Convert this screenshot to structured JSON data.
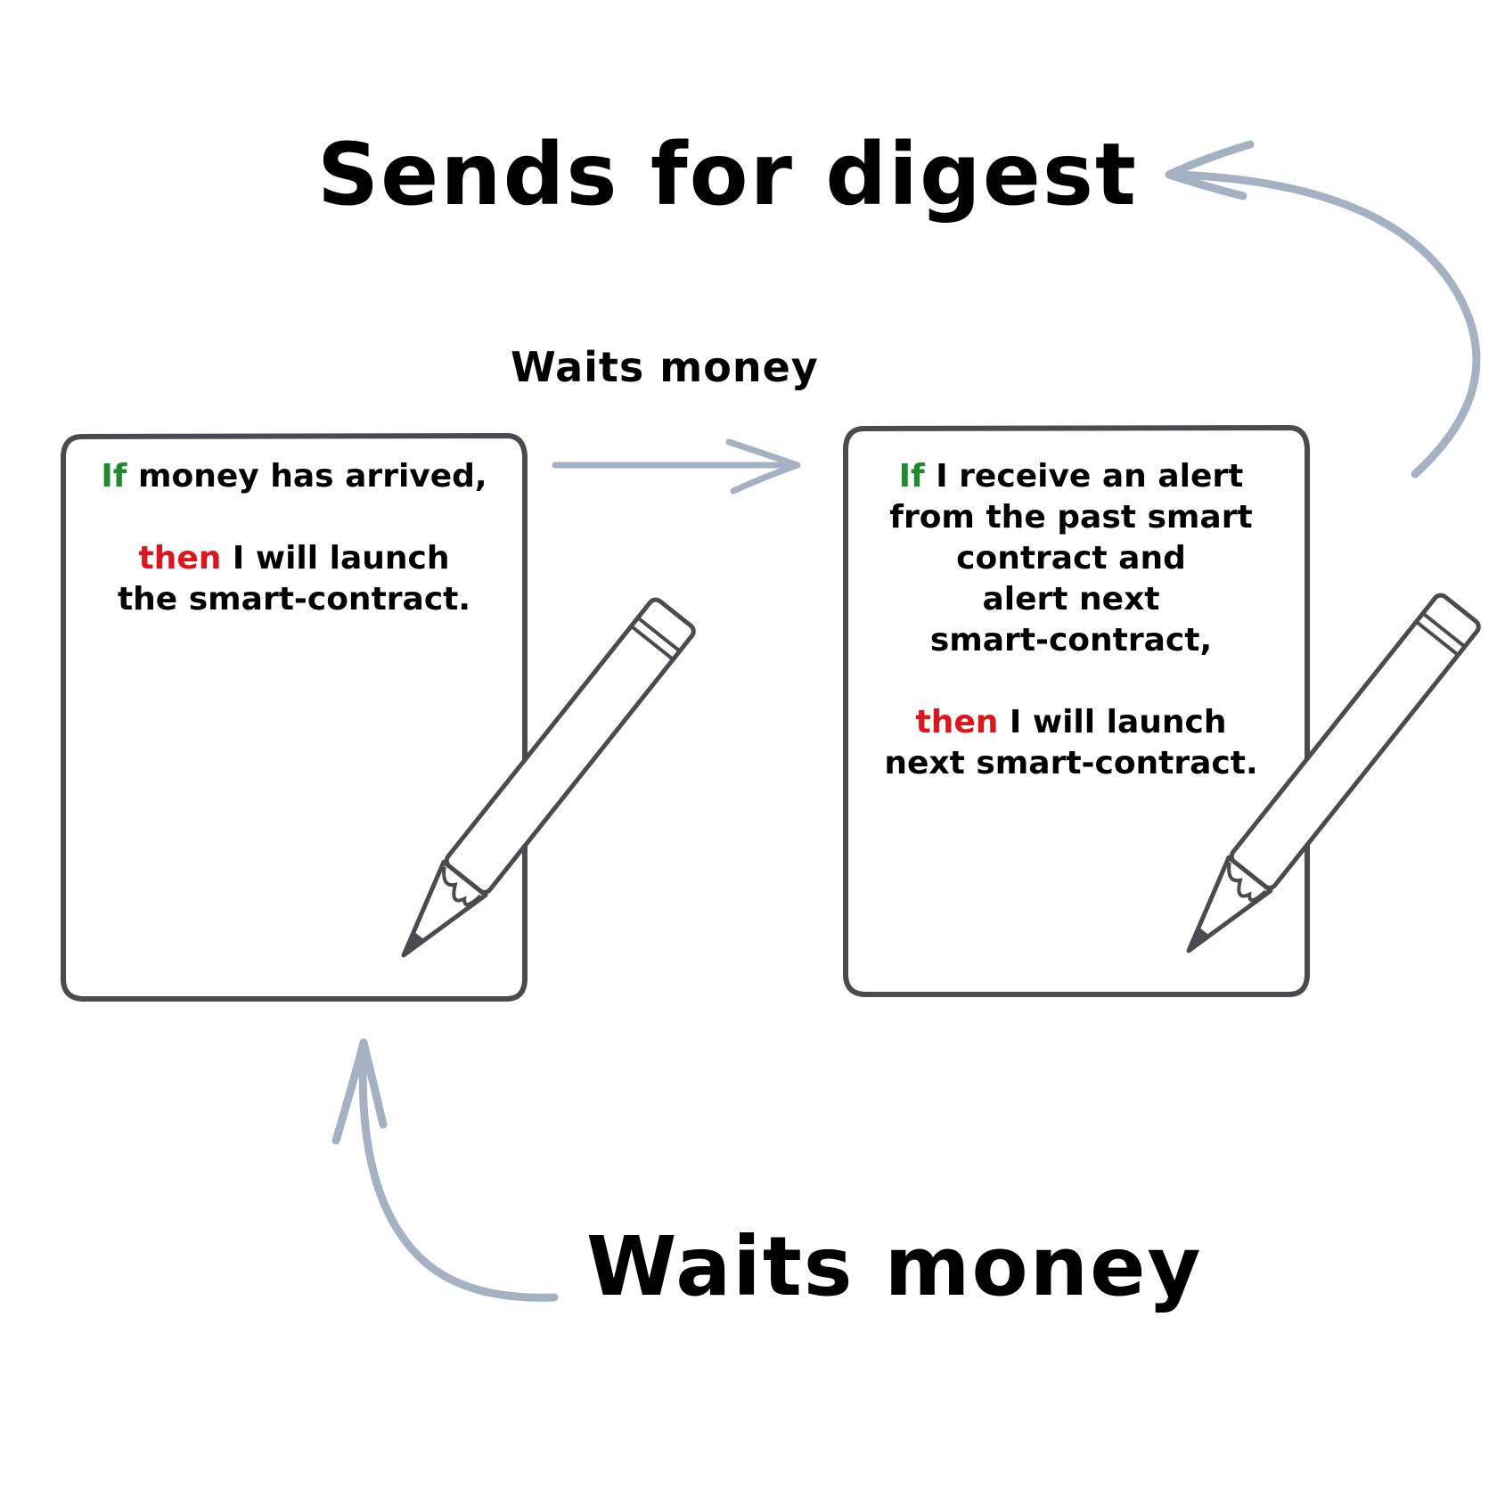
{
  "diagram": {
    "top_label": "Sends for digest",
    "middle_label": "Waits money",
    "bottom_label": "Waits money",
    "contract_1": {
      "if_keyword": "If",
      "condition": " money has arrived,",
      "then_keyword": "then",
      "action_line1": " I will launch",
      "action_line2": "the smart-contract."
    },
    "contract_2": {
      "if_keyword": "If",
      "condition_line1": " I receive an alert",
      "condition_line2": "from the past smart",
      "condition_line3": "contract and",
      "condition_line4": "alert next",
      "condition_line5": "smart-contract,",
      "then_keyword": "then",
      "action_line1": " I will launch",
      "action_line2": "next smart-contract."
    },
    "colors": {
      "if_keyword": "#1e8c2e",
      "then_keyword": "#e0141b",
      "arrow": "#a3b1c2",
      "box_stroke": "#4a4a50"
    }
  }
}
